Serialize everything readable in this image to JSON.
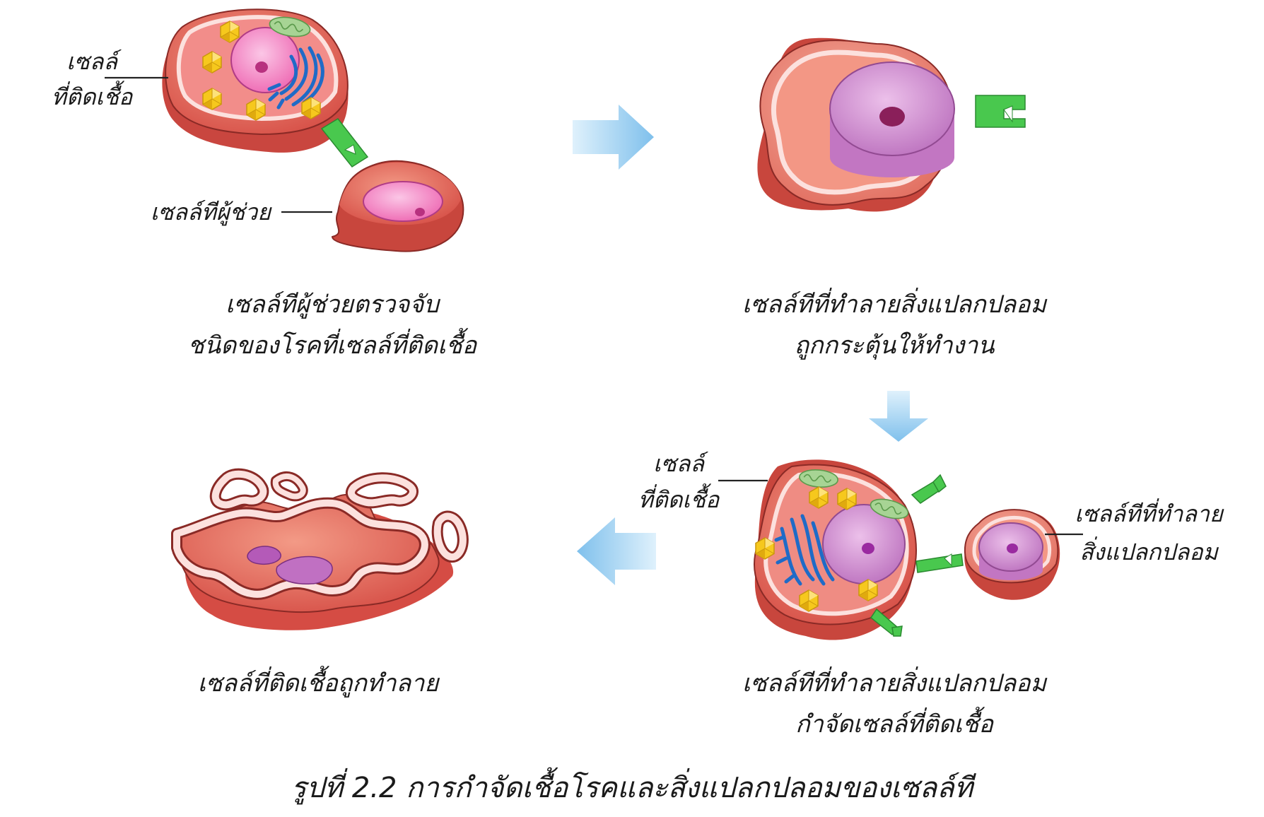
{
  "panels": [
    {
      "id": "detect",
      "caption_lines": [
        "เซลล์ทีผู้ช่วยตรวจจับ",
        "ชนิดของโรคที่เซลล์ที่ติดเชื้อ"
      ],
      "labels": {
        "infected_cell": [
          "เซลล์",
          "ที่ติดเชื้อ"
        ],
        "helper_cell": "เซลล์ทีผู้ช่วย"
      }
    },
    {
      "id": "activate",
      "caption_lines": [
        "เซลล์ทีที่ทำลายสิ่งแปลกปลอม",
        "ถูกกระตุ้นให้ทำงาน"
      ]
    },
    {
      "id": "kill",
      "caption_lines": [
        "เซลล์ทีที่ทำลายสิ่งแปลกปลอม",
        "กำจัดเซลล์ที่ติดเชื้อ"
      ],
      "labels": {
        "infected_cell": [
          "เซลล์",
          "ที่ติดเชื้อ"
        ],
        "killer_cell": [
          "เซลล์ทีที่ทำลาย",
          "สิ่งแปลกปลอม"
        ]
      }
    },
    {
      "id": "destroyed",
      "caption_lines": [
        "เซลล์ที่ติดเชื้อถูกทำลาย"
      ]
    }
  ],
  "figure_caption": "รูปที่ 2.2 การกำจัดเชื้อโรคและสิ่งแปลกปลอมของเซลล์ที",
  "colors": {
    "cell_body": "#d9544a",
    "cell_light": "#f08a78",
    "membrane": "#fbe0dd",
    "nucleus_pink": "#f06fb0",
    "nucleus_purple": "#c775c4",
    "virus": "#f5c518",
    "golgi": "#1d6fd0",
    "mitochondria": "#8cc27a",
    "receptor": "#49c84e",
    "arrow": "#8cc8ef"
  }
}
